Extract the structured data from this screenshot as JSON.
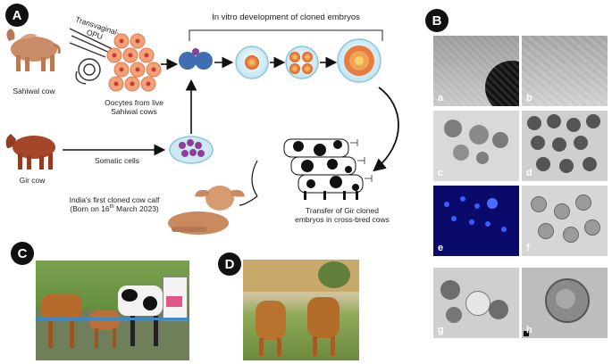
{
  "panels": {
    "a": "A",
    "b": "B",
    "c": "C",
    "d": "D"
  },
  "labels": {
    "sahiwal_cow": "Sahiwal cow",
    "gir_cow": "Gir cow",
    "transvaginal_opu": "Transvaginal-OPU",
    "oocytes": "Oocytes from live Sahiwal cows",
    "in_vitro": "In vitro development of cloned embryos",
    "somatic_cells": "Somatic cells",
    "first_calf_line1": "India's first cloned cow calf",
    "first_calf_line2_pre": "(Born on 16",
    "first_calf_sup": "th",
    "first_calf_line2_post": " March 2023)",
    "transfer_line1": "Transfer of Gir cloned",
    "transfer_line2": "embryos in cross-bred cows"
  },
  "micrographs": [
    "a",
    "b",
    "c",
    "d",
    "e",
    "f",
    "g",
    "h"
  ],
  "colors": {
    "accent_orange": "#e8834a",
    "oocyte_pink": "#f2a27a",
    "embryo_blue": "#3f6fb0",
    "cell_purple": "#8b3f9b",
    "fluor_bg": "#0a0a6a",
    "fluor_dot": "#3c5cff"
  }
}
